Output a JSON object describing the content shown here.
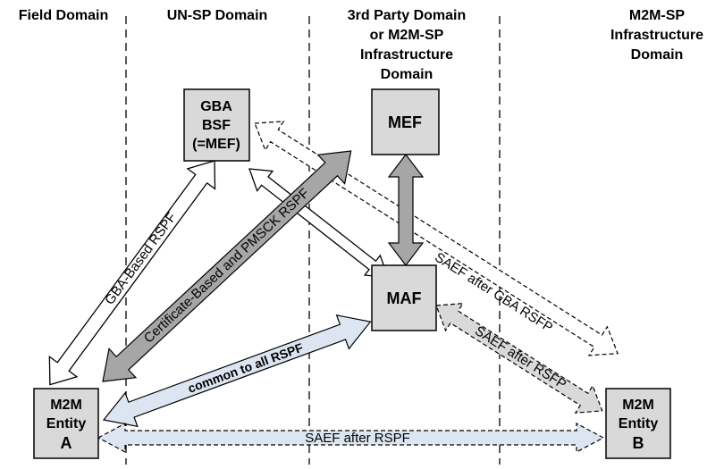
{
  "headers": {
    "field": "Field Domain",
    "unsp": "UN-SP Domain",
    "third": [
      "3rd Party Domain",
      "or M2M-SP",
      "Infrastructure",
      "Domain"
    ],
    "m2msp": [
      "M2M-SP",
      "Infrastructure",
      "Domain"
    ]
  },
  "boxes": {
    "gba": [
      "GBA",
      "BSF",
      "(=MEF)"
    ],
    "mef": "MEF",
    "maf": "MAF",
    "entity_a": [
      "M2M",
      "Entity",
      "A"
    ],
    "entity_b": [
      "M2M",
      "Entity",
      "B"
    ]
  },
  "labels": {
    "gba_rspf": "GBA-Based RSPF",
    "cert_rspf": "Certificate-Based and PMSCK  RSPF",
    "common": "common to all RSPF",
    "saef_gba": "SAEF after GBA RSFP",
    "saef_rsfp": "SAEF after RSFP",
    "saef_rspf": "SAEF after RSPF"
  },
  "colors": {
    "box_fill": "#d9d9d9",
    "dark_arrow": "#a6a6a6",
    "light_blue_arrow": "#dce6f2",
    "light_gray_arrow": "#d9d9d9"
  }
}
